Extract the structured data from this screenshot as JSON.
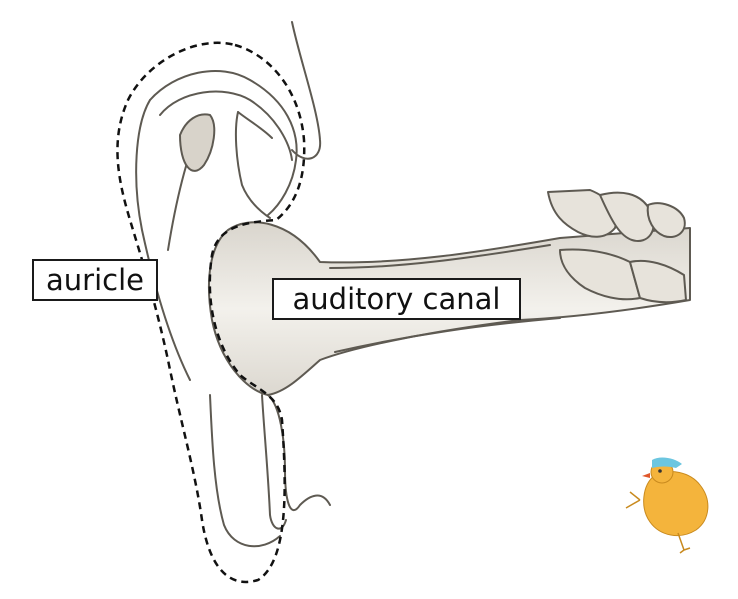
{
  "labels": {
    "auricle": "auricle",
    "auditory_canal": "auditory canal"
  },
  "colors": {
    "sketch_line": "#5e5a52",
    "sketch_shade": "#bdb8ae",
    "dashed_outline": "#111111",
    "chick_body": "#f4b43c",
    "chick_hat": "#6cc6e0"
  },
  "icons": {
    "mascot": "chick-drawing"
  }
}
